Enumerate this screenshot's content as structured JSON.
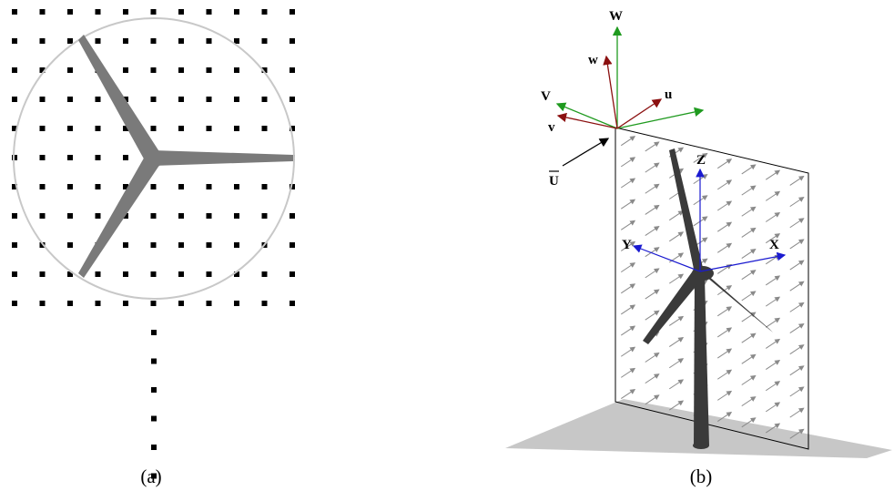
{
  "panel_a": {
    "caption": "(a)"
  },
  "panel_b": {
    "caption": "(b)",
    "inflow_axes": {
      "W": "W",
      "w": "w",
      "V": "V",
      "v": "v",
      "u": "u",
      "U": "U"
    },
    "turbine_axes": {
      "Z": "Z",
      "X": "X",
      "Y": "Y"
    }
  },
  "colors": {
    "grid_dot": "#000000",
    "rotor_circle": "#c8c8c8",
    "blade_a": "#7a7a7a",
    "turbine": "#3a3a3a",
    "ground": "#c7c7c7",
    "plane_arrow": "#8a8a8a",
    "green_axis": "#1f9a1f",
    "red_axis": "#8b1010",
    "blue_axis": "#1a1ad0"
  }
}
